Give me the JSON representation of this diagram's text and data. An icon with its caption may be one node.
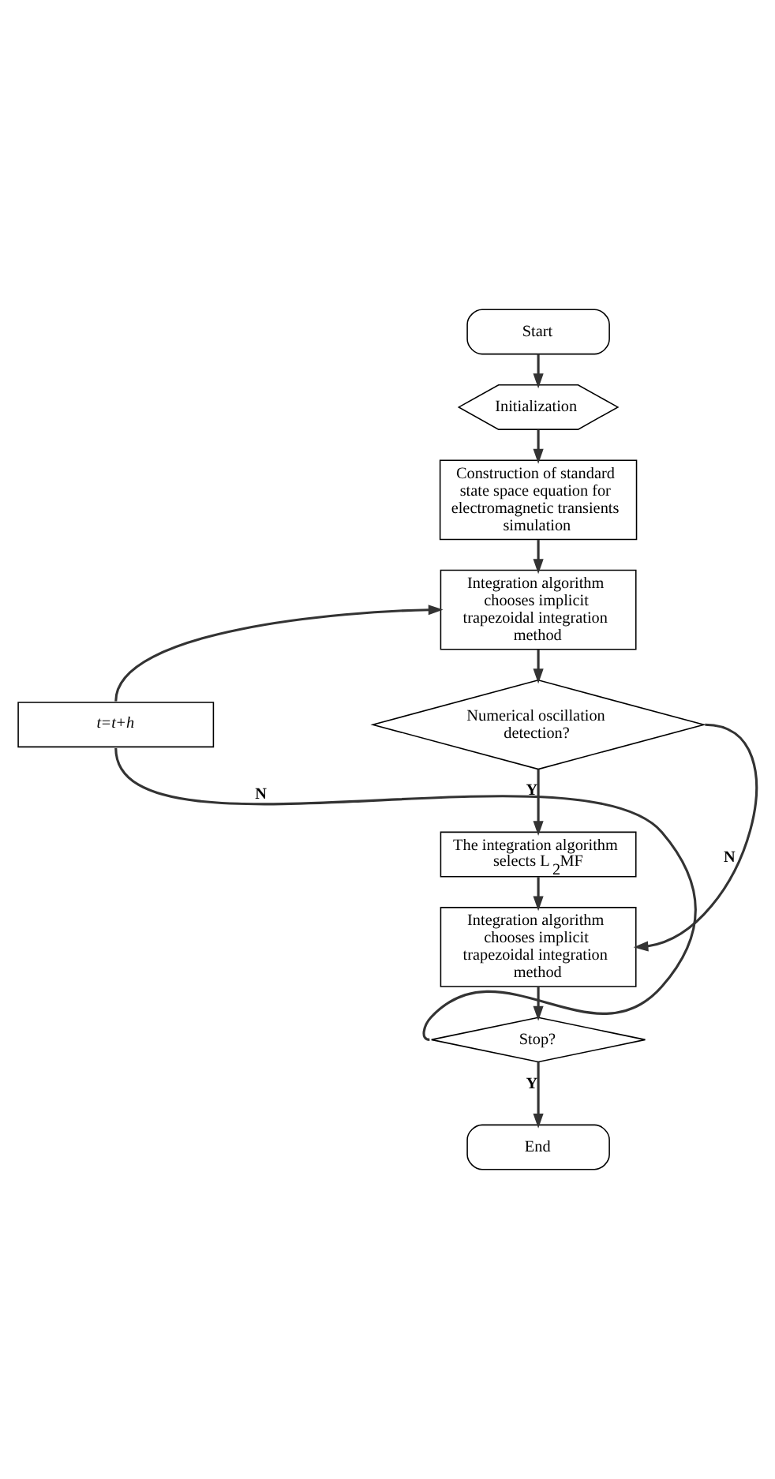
{
  "diagram": {
    "nodes": [
      {
        "text": [
          "Start"
        ]
      },
      {
        "text": [
          "Initialization"
        ]
      },
      {
        "text": [
          "Construction of standard state space equation for electromagnetic transients simulation"
        ]
      },
      {
        "text": [
          "Integration algorithm chooses implicit trapezoidal integration method"
        ]
      },
      {
        "text": [
          "Numerical oscillation detection?"
        ]
      },
      {
        "text": [
          "The integration algorithm selects L$_{2}$MF"
        ]
      },
      {
        "text": [
          "Integration algorithm chooses implicit trapezoidal integration method"
        ]
      },
      {
        "text": [
          "Stop?"
        ]
      },
      {
        "text": [
          "End"
        ]
      },
      {
        "text": [
          "*t*=*t*+*h*"
        ]
      }
    ],
    "edges": [
      {
        "from": 0,
        "to": 1,
        "arrow": "to"
      },
      {
        "from": 1,
        "to": 2,
        "arrow": "to"
      },
      {
        "from": 2,
        "to": 3,
        "arrow": "to"
      },
      {
        "from": 3,
        "to": 4,
        "arrow": "to"
      },
      {
        "from": 4,
        "to": 5,
        "arrow": "to",
        "label": "Y"
      },
      {
        "from": 4,
        "to": 6,
        "arrow": "to",
        "label": "N"
      },
      {
        "from": 5,
        "to": 6,
        "arrow": "to"
      },
      {
        "from": 6,
        "to": 7,
        "arrow": "to"
      },
      {
        "from": 7,
        "to": 8,
        "arrow": "to",
        "label": "Y"
      },
      {
        "from": 7,
        "to": 9,
        "arrow": "none",
        "label": "N"
      },
      {
        "from": 9,
        "to": 3,
        "arrow": "to"
      }
    ]
  }
}
